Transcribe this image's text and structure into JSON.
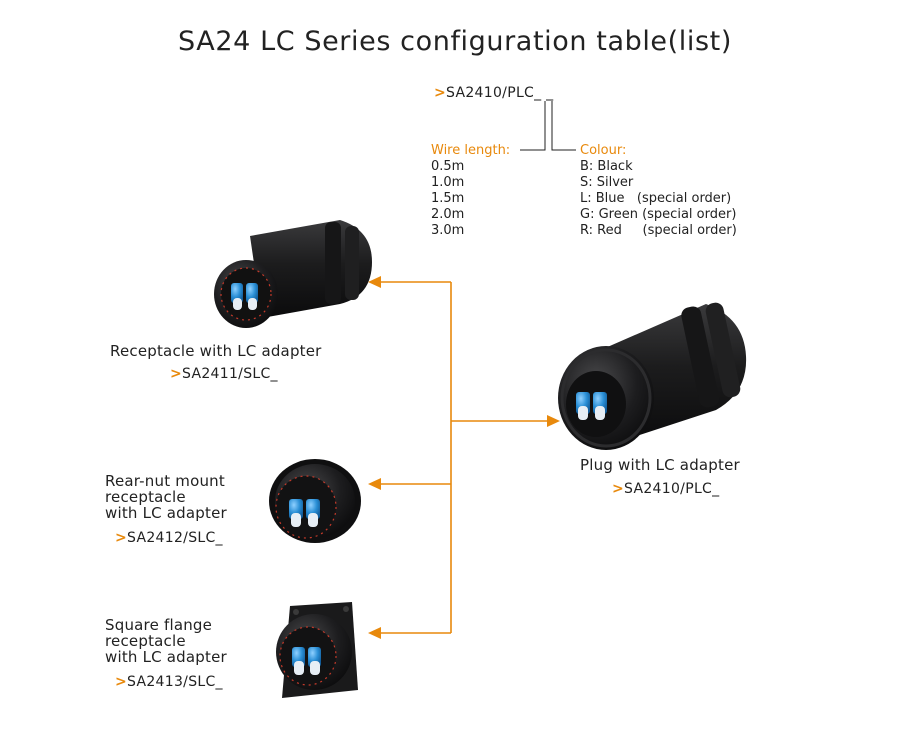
{
  "title": "SA24 LC Series configuration table(list)",
  "colors": {
    "accent": "#e8890c",
    "connector_body": "#1b1b1c",
    "lc_blue": "#2a8fd6"
  },
  "part_code": {
    "marker": ">",
    "text": "SA2410/PLC_ _"
  },
  "wire_length": {
    "heading": "Wire length:",
    "options": [
      "0.5m",
      "1.0m",
      "1.5m",
      "2.0m",
      "3.0m"
    ]
  },
  "colour": {
    "heading": "Colour:",
    "options": [
      "B: Black",
      "S: Silver",
      "L: Blue   (special order)",
      "G: Green (special order)",
      "R: Red     (special order)"
    ]
  },
  "plug": {
    "name": "Plug with LC adapter",
    "marker": ">",
    "code": "SA2410/PLC_"
  },
  "receptacles": [
    {
      "name_lines": [
        "Receptacle with LC adapter"
      ],
      "marker": ">",
      "code": "SA2411/SLC_"
    },
    {
      "name_lines": [
        "Rear-nut mount",
        "receptacle",
        "with LC adapter"
      ],
      "marker": ">",
      "code": "SA2412/SLC_"
    },
    {
      "name_lines": [
        "Square flange",
        "receptacle",
        "with LC adapter"
      ],
      "marker": ">",
      "code": "SA2413/SLC_"
    }
  ],
  "icons": [
    "plug-connector-icon",
    "receptacle-connector-icon",
    "rear-nut-receptacle-icon",
    "square-flange-receptacle-icon"
  ]
}
